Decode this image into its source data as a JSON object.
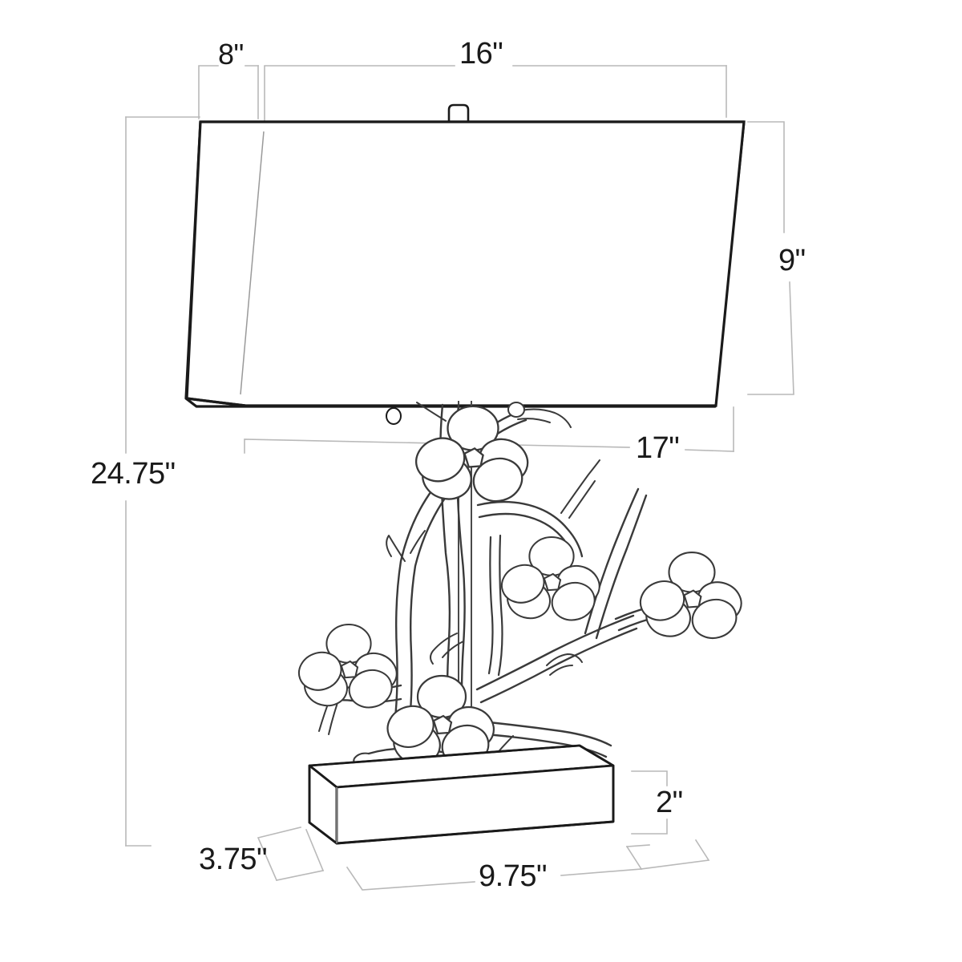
{
  "drawing": {
    "title": "Table Lamp Dimensional Line Drawing",
    "product": "Cherry blossom branch table lamp",
    "units": "inches",
    "line_color": "#1a1a1a",
    "dimension_line_color": "#b8b8b8",
    "background_color": "#ffffff"
  },
  "dimensions": {
    "shade_top_width": {
      "label": "8\"",
      "value": 8,
      "units": "in",
      "describes": "shade top depth",
      "orientation": "horizontal"
    },
    "shade_top_length": {
      "label": "16\"",
      "value": 16,
      "units": "in",
      "describes": "shade top length",
      "orientation": "horizontal"
    },
    "shade_height": {
      "label": "9\"",
      "value": 9,
      "units": "in",
      "describes": "shade slant height",
      "orientation": "vertical"
    },
    "shade_bottom_length": {
      "label": "17\"",
      "value": 17,
      "units": "in",
      "describes": "shade bottom length",
      "orientation": "horizontal"
    },
    "overall_height": {
      "label": "24.75\"",
      "value": 24.75,
      "units": "in",
      "describes": "overall lamp height",
      "orientation": "vertical"
    },
    "base_height": {
      "label": "2\"",
      "value": 2,
      "units": "in",
      "describes": "base block height",
      "orientation": "vertical"
    },
    "base_depth": {
      "label": "3.75\"",
      "value": 3.75,
      "units": "in",
      "describes": "base block depth",
      "orientation": "diagonal"
    },
    "base_width": {
      "label": "9.75\"",
      "value": 9.75,
      "units": "in",
      "describes": "base block width",
      "orientation": "diagonal"
    }
  },
  "parts": [
    {
      "name": "finial",
      "description": "small knob at shade top center"
    },
    {
      "name": "lamp-shade",
      "description": "tapered rectangular drum shade"
    },
    {
      "name": "shade-fitter-knob",
      "description": "small round knob below shade edge"
    },
    {
      "name": "center-stem",
      "description": "vertical lamp pole"
    },
    {
      "name": "branch-sculpture",
      "description": "cast branch with blossoms"
    },
    {
      "name": "blossoms",
      "count": 5,
      "description": "five-petal cherry blossoms"
    },
    {
      "name": "base-block",
      "description": "rectangular slab base in perspective"
    }
  ]
}
